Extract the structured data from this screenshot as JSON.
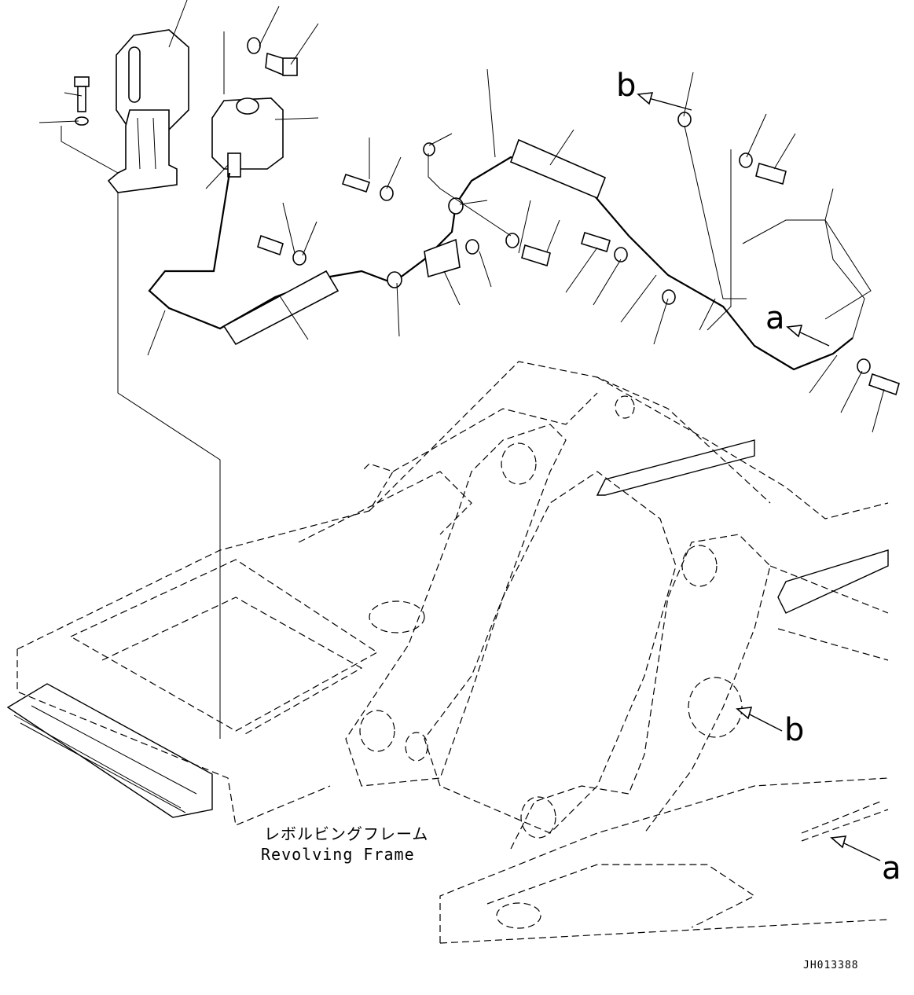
{
  "diagram": {
    "caption_jp": "レボルビングフレーム",
    "caption_en": "Revolving Frame",
    "drawing_code": "JH013388",
    "view_labels": {
      "a_top": "a",
      "b_top": "b",
      "a_frame": "a",
      "b_frame": "b"
    }
  }
}
